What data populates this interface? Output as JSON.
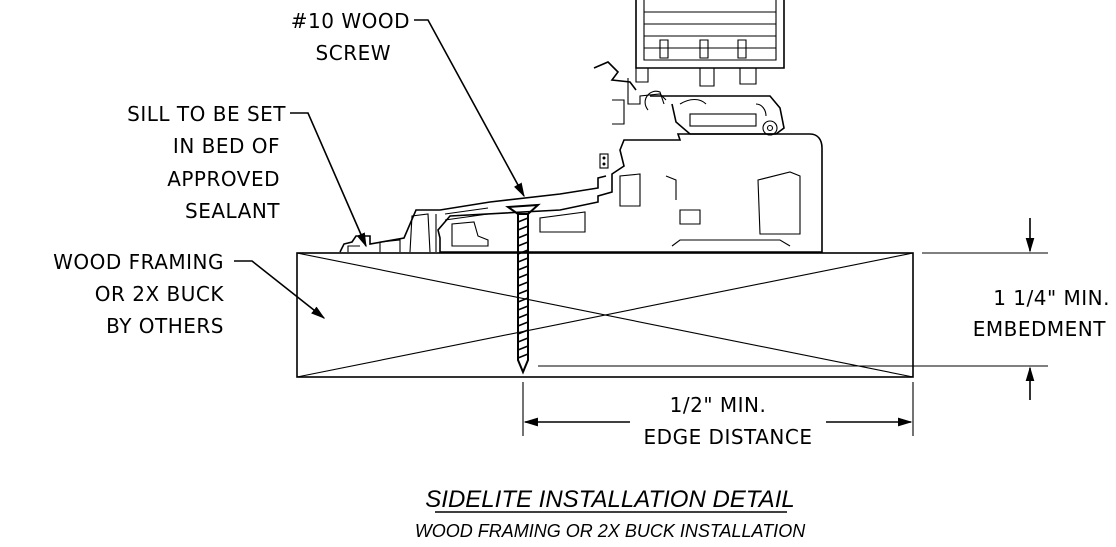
{
  "labels": {
    "screw_line1": "#10 WOOD",
    "screw_line2": "SCREW",
    "sill_line1": "SILL TO BE SET",
    "sill_line2": "IN BED OF",
    "sill_line3": "APPROVED",
    "sill_line4": "SEALANT",
    "framing_line1": "WOOD FRAMING",
    "framing_line2": "OR 2X BUCK",
    "framing_line3": "BY OTHERS",
    "embed_line1": "1 1/4\" MIN.",
    "embed_line2": "EMBEDMENT",
    "edge_line1": "1/2\" MIN.",
    "edge_line2": "EDGE DISTANCE"
  },
  "title": {
    "main": "SIDELITE INSTALLATION DETAIL",
    "sub": "WOOD FRAMING OR 2X BUCK INSTALLATION"
  }
}
